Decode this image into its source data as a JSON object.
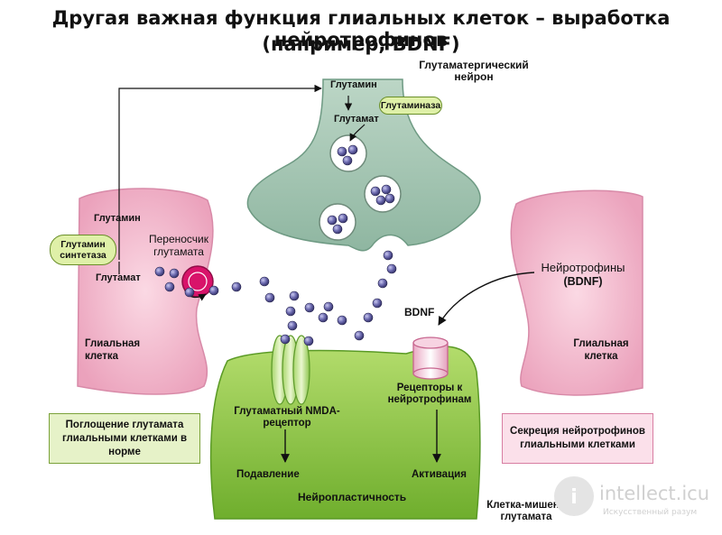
{
  "title": {
    "line1": "Другая важная функция глиальных клеток – выработка нейротрофинов",
    "line2": "(например, BDNF)"
  },
  "labels": {
    "neuron": "Глутаматергический нейрон",
    "glutamine_top": "Глутамин",
    "glutaminase": "Глутаминаза",
    "glutamate_top": "Глутамат",
    "glutamine_left": "Глутамин",
    "glutamine_synthetase": "Глутамин синтетаза",
    "glutamate_left": "Глутамат",
    "transporter": "Переносчик глутамата",
    "glial_left": "Глиальная клетка",
    "glial_right": "Глиальная клетка",
    "neurotrophins": "Нейротрофины",
    "bdnf_paren": "(BDNF)",
    "bdnf": "BDNF",
    "nmda_receptor": "Глутаматный NMDA-рецептор",
    "neurotrophin_receptors": "Рецепторы к нейротрофинам",
    "suppression": "Подавление",
    "activation": "Активация",
    "neuroplasticity": "Нейропластичность",
    "target_cell": "Клетка-мишень глутамата"
  },
  "boxes": {
    "left": "Поглощение глутамата глиальными клетками в норме",
    "right": "Секреция нейротрофинов глиальными клетками"
  },
  "colors": {
    "neuron_fill": "#a8c9b5",
    "glia_fill": "#f2b8cc",
    "target_fill": "#9ccc52",
    "molecule": "#4a4880",
    "transporter": "#d8136a",
    "box_left": "#e6f2c8",
    "box_right": "#fbe0ea"
  },
  "watermark": {
    "brand": "intellect.icu",
    "tagline": "Искусственный разум"
  }
}
